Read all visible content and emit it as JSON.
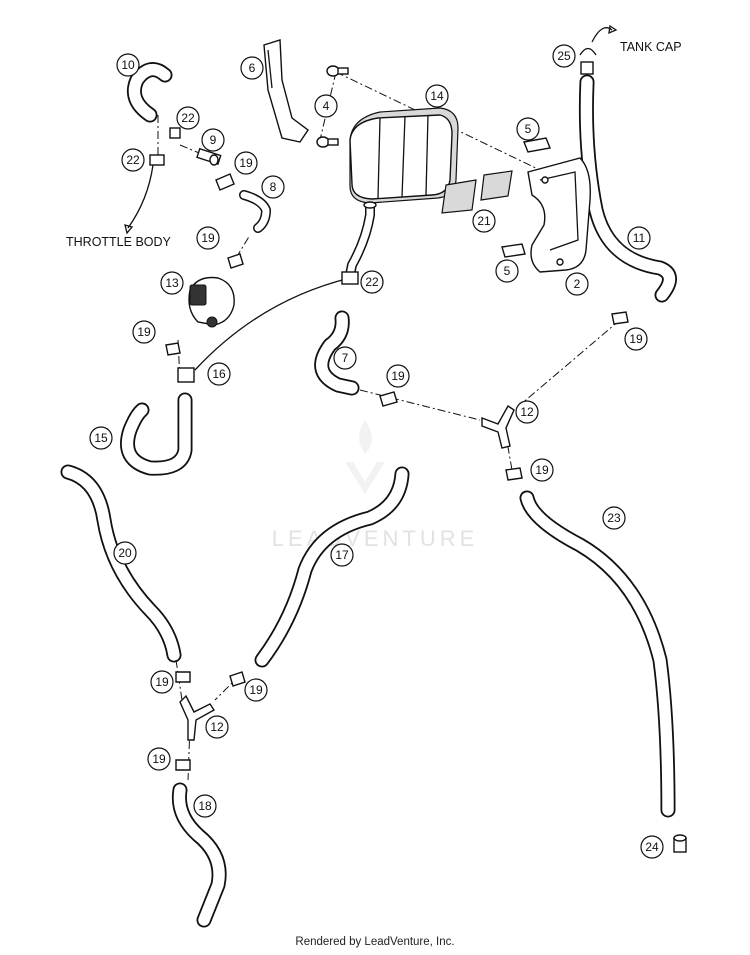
{
  "diagram": {
    "labels": {
      "tank_cap": "TANK CAP",
      "throttle_body": "THROTTLE BODY"
    },
    "watermark": "LEADVENTURE",
    "footer": "Rendered by LeadVenture, Inc."
  },
  "callouts": [
    {
      "id": "c10",
      "text": "10"
    },
    {
      "id": "c6",
      "text": "6"
    },
    {
      "id": "c4",
      "text": "4"
    },
    {
      "id": "c14",
      "text": "14"
    },
    {
      "id": "c25",
      "text": "25"
    },
    {
      "id": "c22a",
      "text": "22"
    },
    {
      "id": "c9",
      "text": "9"
    },
    {
      "id": "c22b",
      "text": "22"
    },
    {
      "id": "c19a",
      "text": "19"
    },
    {
      "id": "c8",
      "text": "8"
    },
    {
      "id": "c5a",
      "text": "5"
    },
    {
      "id": "c19b",
      "text": "19"
    },
    {
      "id": "c21",
      "text": "21"
    },
    {
      "id": "c11",
      "text": "11"
    },
    {
      "id": "c13",
      "text": "13"
    },
    {
      "id": "c22c",
      "text": "22"
    },
    {
      "id": "c5b",
      "text": "5"
    },
    {
      "id": "c2",
      "text": "2"
    },
    {
      "id": "c19c",
      "text": "19"
    },
    {
      "id": "c19d",
      "text": "19"
    },
    {
      "id": "c7",
      "text": "7"
    },
    {
      "id": "c16",
      "text": "16"
    },
    {
      "id": "c19e",
      "text": "19"
    },
    {
      "id": "c12a",
      "text": "12"
    },
    {
      "id": "c15",
      "text": "15"
    },
    {
      "id": "c19f",
      "text": "19"
    },
    {
      "id": "c23",
      "text": "23"
    },
    {
      "id": "c20",
      "text": "20"
    },
    {
      "id": "c17",
      "text": "17"
    },
    {
      "id": "c19g",
      "text": "19"
    },
    {
      "id": "c19h",
      "text": "19"
    },
    {
      "id": "c12b",
      "text": "12"
    },
    {
      "id": "c19i",
      "text": "19"
    },
    {
      "id": "c18",
      "text": "18"
    },
    {
      "id": "c24",
      "text": "24"
    }
  ]
}
